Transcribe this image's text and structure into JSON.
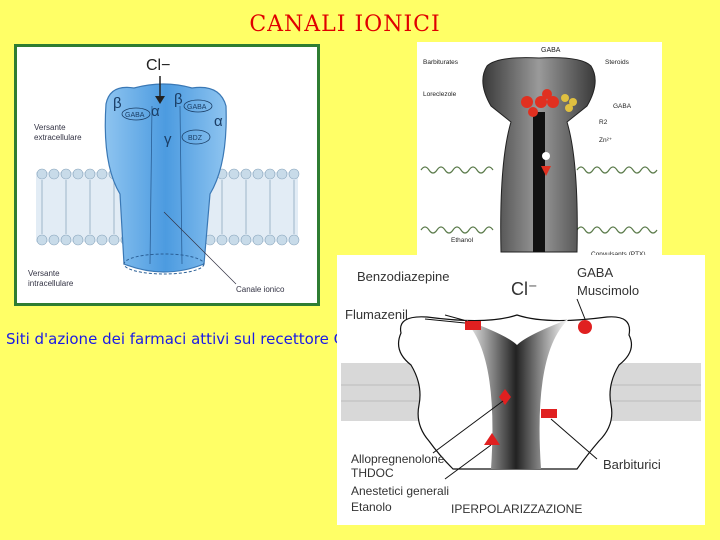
{
  "title": "CANALI IONICI",
  "caption": "Siti d'azione dei farmaci attivi sul recettore GABA",
  "left_figure": {
    "ion": "Cl−",
    "subunits": [
      "β",
      "α",
      "β",
      "α",
      "γ"
    ],
    "site_gaba_1": "GABA",
    "site_gaba_2": "GABA",
    "site_bdz": "BDZ",
    "label_extracellular_1": "Versante",
    "label_extracellular_2": "extracellulare",
    "label_intracellular_1": "Versante",
    "label_intracellular_2": "intracellulare",
    "label_channel": "Canale ionico"
  },
  "right_top_figure": {
    "gaba": "GABA",
    "barbiturates": "Barbiturates",
    "steroids": "Steroids",
    "loreclezole": "Loreclezole",
    "gaba_site": "GABA",
    "r2": "R2",
    "zinc": "Zn²⁺",
    "ethanol": "Ethanol",
    "convulsants": "Convulsants (PTX)"
  },
  "right_bottom_figure": {
    "benzodiazepine": "Benzodiazepine",
    "ion": "Cl⁻",
    "gaba": "GABA",
    "muscimolo": "Muscimolo",
    "flumazenil": "Flumazenil",
    "allopregnenolone": "Allopregnenolone",
    "thdoc": "THDOC",
    "barbiturici": "Barbiturici",
    "anestetici": "Anestetici generali",
    "etanolo": "Etanolo",
    "iperpolarizzazione": "IPERPOLARIZZAZIONE"
  },
  "colors": {
    "background": "#FFFF66",
    "title": "#e00000",
    "caption": "#1a1ae6",
    "left_frame": "#2e7d32",
    "marker_red": "#e02020"
  }
}
